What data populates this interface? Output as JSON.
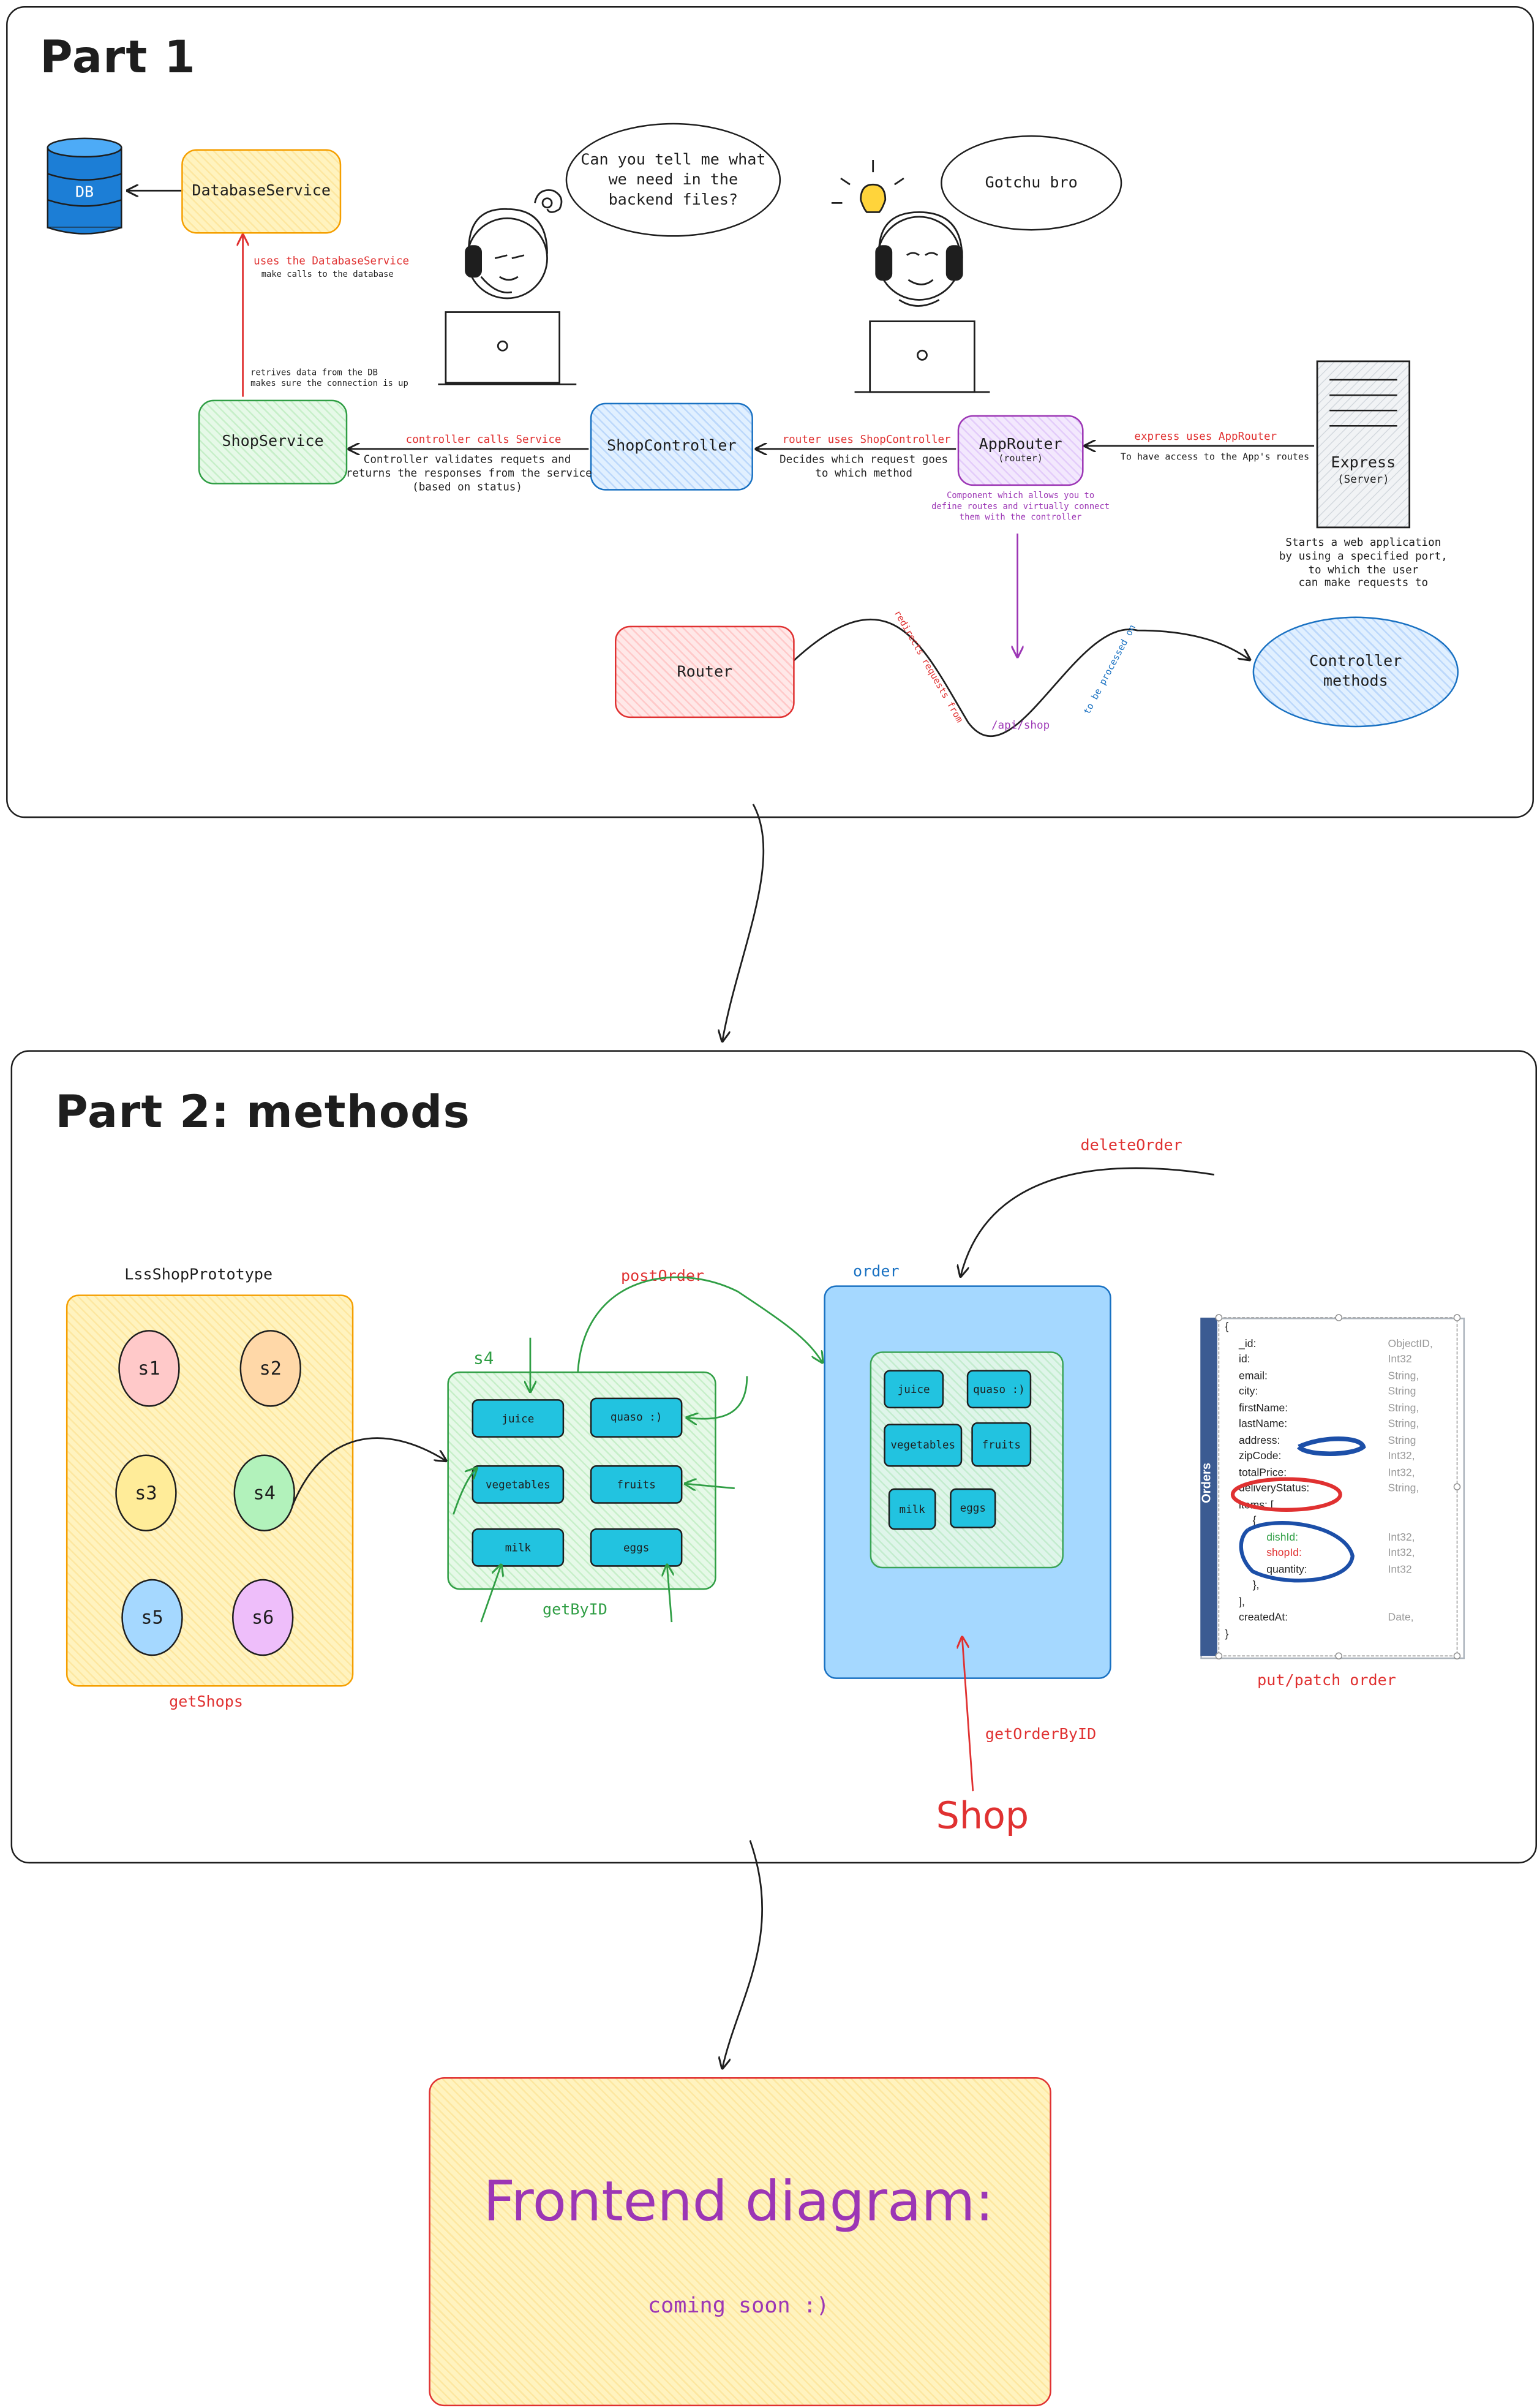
{
  "part1": {
    "title": "Part 1",
    "nodes": {
      "db": "DB",
      "database_service": "DatabaseService",
      "shop_service": "ShopService",
      "shop_controller": "ShopController",
      "app_router": "AppRouter",
      "app_router_sub": "(router)",
      "express": "Express",
      "express_sub": "(Server)",
      "router": "Router",
      "controller_methods_line1": "Controller",
      "controller_methods_line2": "methods",
      "path": "/api/shop"
    },
    "bubbles": {
      "question_line1": "Can you tell me what",
      "question_line2": "we need in the",
      "question_line3": "backend files?",
      "answer": "Gotchu bro"
    },
    "labels": {
      "uses_db_service": "uses the DatabaseService",
      "make_calls": "make calls to the database",
      "retrives_line1": "retrives data from the DB",
      "retrives_line2": "makes sure the connection is up",
      "controller_calls": "controller calls Service",
      "validates_line1": "Controller validates requets and",
      "validates_line2": "returns the responses from the service",
      "validates_line3": "(based on status)",
      "router_uses": "router uses ShopController",
      "decides_line1": "Decides which request goes",
      "decides_line2": "to which method",
      "express_uses": "express uses AppRouter",
      "access_routes": "To have access to the App's routes",
      "component_line1": "Component which allows you to",
      "component_line2": "define routes and virtually connect",
      "component_line3": "them with the controller",
      "starts_line1": "Starts a web application",
      "starts_line2": "by using a specified port,",
      "starts_line3": "to which the user",
      "starts_line4": "can make requests to",
      "redirects": "redirects requests from",
      "processed": "to be processed on"
    }
  },
  "part2": {
    "title": "Part 2: methods",
    "prototype_label": "LssShopPrototype",
    "shops": [
      "s1",
      "s2",
      "s3",
      "s4",
      "s5",
      "s6"
    ],
    "get_shops": "getShops",
    "s4_label": "s4",
    "items": [
      "juice",
      "quaso :)",
      "vegetables",
      "fruits",
      "milk",
      "eggs"
    ],
    "get_by_id": "getByID",
    "post_order": "postOrder",
    "order_label": "order",
    "delete_order": "deleteOrder",
    "get_order_by_id": "getOrderByID",
    "shop_label": "Shop",
    "put_patch": "put/patch order",
    "orders_side": "Orders",
    "schema": {
      "open": "{",
      "close": "}",
      "fields": [
        {
          "name": "_id:",
          "type": "ObjectID,"
        },
        {
          "name": "id:",
          "type": "Int32"
        },
        {
          "name": "email:",
          "type": "String,"
        },
        {
          "name": "city:",
          "type": "String"
        },
        {
          "name": "firstName:",
          "type": "String,"
        },
        {
          "name": "lastName:",
          "type": "String,"
        },
        {
          "name": "address:",
          "type": "String"
        },
        {
          "name": "zipCode:",
          "type": "Int32,"
        },
        {
          "name": "totalPrice:",
          "type": "Int32,"
        },
        {
          "name": "deliveryStatus:",
          "type": "String,"
        }
      ],
      "items_key": "items: [",
      "inner_open": "{",
      "inner_fields": [
        {
          "name": "dishId:",
          "type": "Int32,"
        },
        {
          "name": "shopId:",
          "type": "Int32,"
        },
        {
          "name": "quantity:",
          "type": "Int32"
        }
      ],
      "inner_close": "},",
      "items_close": "],",
      "created": {
        "name": "createdAt:",
        "type": "Date,"
      }
    }
  },
  "frontend": {
    "title": "Frontend diagram:",
    "subtitle": "coming soon :)"
  }
}
